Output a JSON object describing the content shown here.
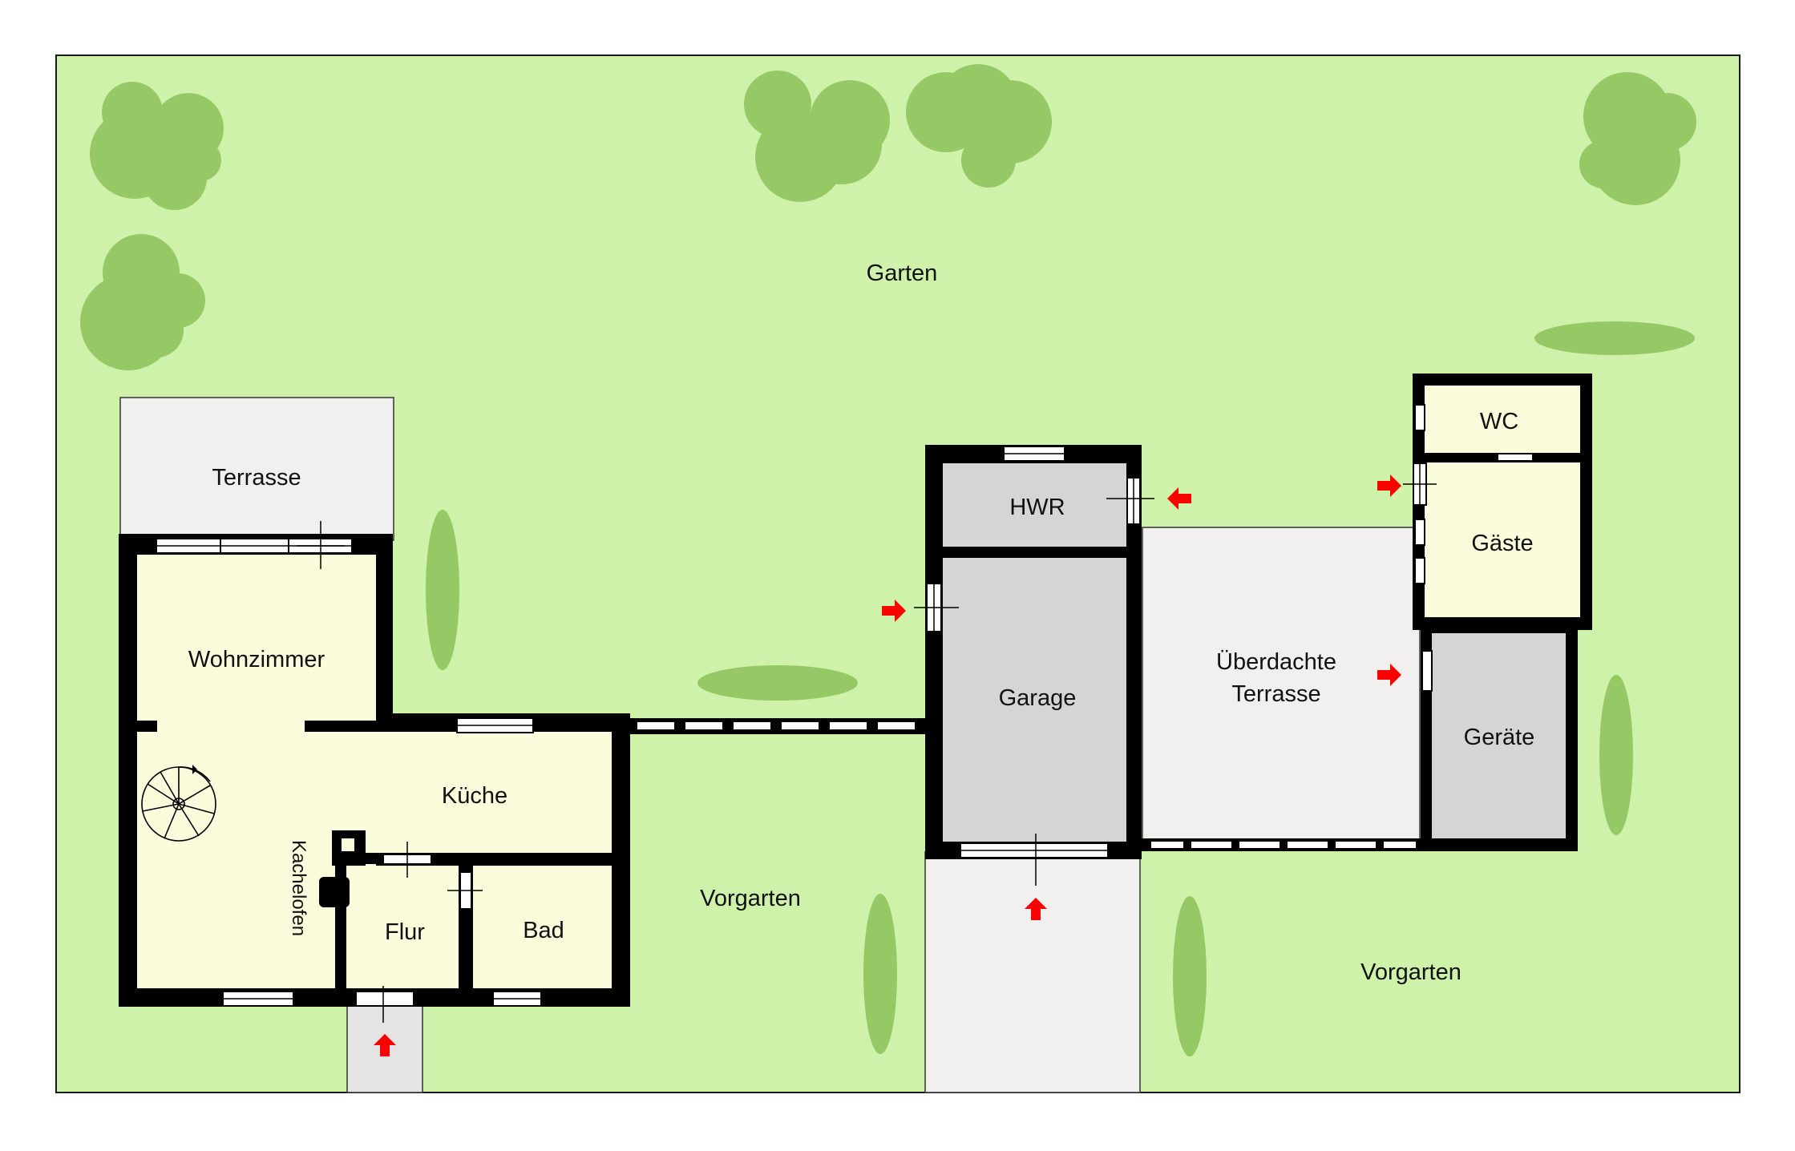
{
  "colors": {
    "lawn": "#cff2aa",
    "lawn_border": "#1a1a1a",
    "bush": "#97c866",
    "room_living": "#fbfcdc",
    "room_utility": "#d5d5d5",
    "paving": "#f2f0ef",
    "path": "#e4e4e4",
    "wall": "#000000",
    "window": "#ffffff",
    "entry_arrow": "#ff0000"
  },
  "labels": {
    "garten": "Garten",
    "terrasse": "Terrasse",
    "wohnzimmer": "Wohnzimmer",
    "kueche": "Küche",
    "kachelofen": "Kachelofen",
    "flur": "Flur",
    "bad": "Bad",
    "vorgarten_left": "Vorgarten",
    "hwr": "HWR",
    "garage": "Garage",
    "ueberdachte_terrasse_line1": "Überdachte",
    "ueberdachte_terrasse_line2": "Terrasse",
    "wc": "WC",
    "gaeste": "Gäste",
    "geraete": "Geräte",
    "vorgarten_right": "Vorgarten"
  },
  "icons": {
    "entry": "entry-arrow-icon",
    "tree": "tree-icon",
    "hedge": "hedge-icon",
    "spiral_stair": "spiral-staircase-icon",
    "stove": "stove-icon"
  }
}
